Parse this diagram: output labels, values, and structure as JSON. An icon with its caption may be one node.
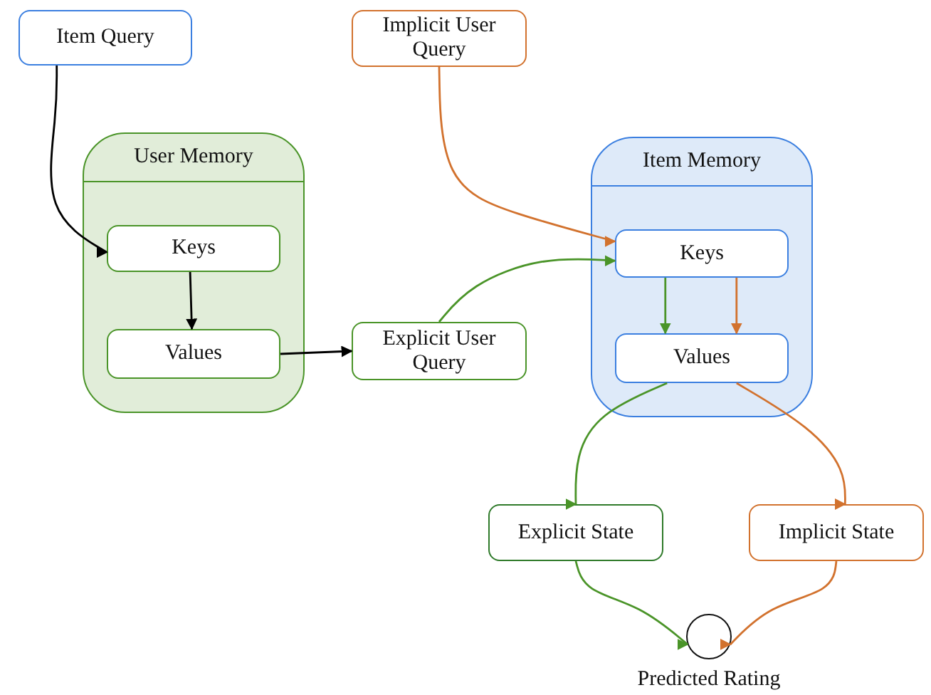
{
  "diagram": {
    "nodes": [
      {
        "text": [
          "Item Query"
        ]
      },
      {
        "text": [
          "Implicit User Query"
        ]
      },
      {
        "text": [
          "User Memory"
        ]
      },
      {
        "text": [
          "Keys"
        ],
        "in": 2
      },
      {
        "text": [
          "Values"
        ],
        "in": 2
      },
      {
        "text": [
          "Explicit User Query"
        ]
      },
      {
        "text": [
          "Item Memory"
        ]
      },
      {
        "text": [
          "Keys"
        ],
        "in": 6
      },
      {
        "text": [
          "Values"
        ],
        "in": 6
      },
      {
        "text": [
          "Explicit State"
        ]
      },
      {
        "text": [
          "Implicit State"
        ]
      },
      {
        "text": [],
        "shape": "circle",
        "beside": [
          "Predicted Rating"
        ]
      }
    ],
    "edges": [
      {
        "from": 0,
        "to": 3,
        "arrow": "to",
        "color": "#000000"
      },
      {
        "from": 3,
        "to": 4,
        "arrow": "to",
        "color": "#000000"
      },
      {
        "from": 4,
        "to": 5,
        "arrow": "to",
        "color": "#000000"
      },
      {
        "from": 1,
        "to": 7,
        "arrow": "to",
        "color": "#d2722e"
      },
      {
        "from": 5,
        "to": 7,
        "arrow": "to",
        "color": "#4a9428"
      },
      {
        "from": 7,
        "to": 8,
        "arrow": "to",
        "color": "#4a9428"
      },
      {
        "from": 7,
        "to": 8,
        "arrow": "to",
        "color": "#d2722e"
      },
      {
        "from": 8,
        "to": 9,
        "arrow": "to",
        "color": "#4a9428"
      },
      {
        "from": 8,
        "to": 10,
        "arrow": "to",
        "color": "#d2722e"
      },
      {
        "from": 9,
        "to": 11,
        "arrow": "to",
        "color": "#4a9428"
      },
      {
        "from": 10,
        "to": 11,
        "arrow": "to",
        "color": "#d2722e"
      }
    ]
  }
}
